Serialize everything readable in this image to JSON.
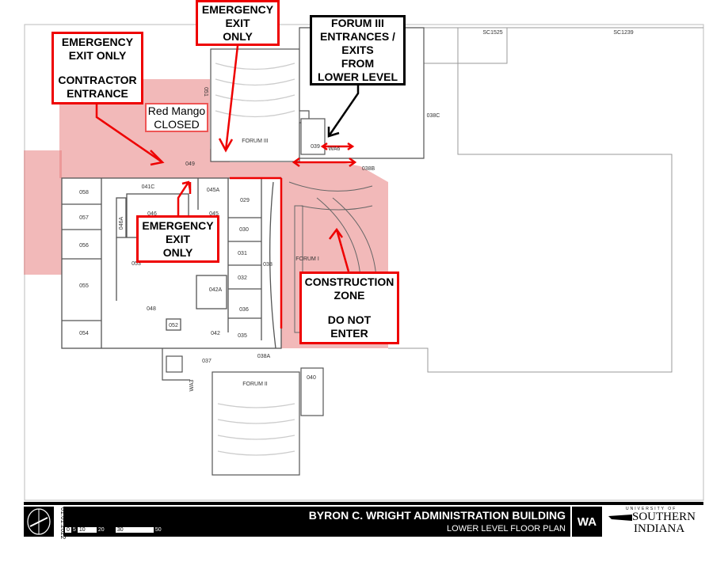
{
  "callouts": {
    "contractor": {
      "line1": "EMERGENCY",
      "line2": "EXIT ONLY",
      "line3": "CONTRACTOR",
      "line4": "ENTRANCE"
    },
    "top_exit": {
      "line1": "EMERGENCY",
      "line2": "EXIT",
      "line3": "ONLY"
    },
    "forum3": {
      "line1": "FORUM III",
      "line2": "ENTRANCES /",
      "line3": "EXITS",
      "line4": "FROM",
      "line5": "LOWER LEVEL"
    },
    "red_mango": {
      "line1": "Red Mango",
      "line2": "CLOSED"
    },
    "mid_exit": {
      "line1": "EMERGENCY",
      "line2": "EXIT",
      "line3": "ONLY"
    },
    "construction": {
      "line1": "CONSTRUCTION",
      "line2": "ZONE",
      "line3": "DO NOT",
      "line4": "ENTER"
    }
  },
  "rooms": {
    "r058": "058",
    "r057": "057",
    "r056": "056",
    "r055": "055",
    "r054": "054",
    "r041c": "041C",
    "r046": "046",
    "r046a": "046A",
    "r053": "053",
    "r048": "048",
    "r052": "052",
    "r045a": "045A",
    "r045": "045",
    "r042a": "042A",
    "r042": "042",
    "r029": "029",
    "r030": "030",
    "r031": "031",
    "r032": "032",
    "r036": "036",
    "r035": "035",
    "r038": "038",
    "r037": "037",
    "r038a": "038A",
    "r040": "040",
    "r049": "049",
    "r051": "051",
    "r039": "039",
    "r038b": "038B",
    "r038c": "038C",
    "forum1": "FORUM I",
    "forum2": "FORUM II",
    "forum3": "FORUM III",
    "wa3": "WA3",
    "wa6": "WA6",
    "sc1525": "SC1525",
    "sc1239": "SC1239"
  },
  "titleblock": {
    "date": "01.01.2022",
    "building": "BYRON C. WRIGHT ADMINISTRATION BUILDING",
    "plan": "LOWER LEVEL FLOOR PLAN",
    "code": "WA",
    "scale": [
      "0",
      "5",
      "10",
      "20",
      "30",
      "50"
    ],
    "logo_top": "UNIVERSITY OF",
    "logo_mid": "SOUTHERN",
    "logo_bot": "INDIANA"
  },
  "colors": {
    "hazard": "#e00000",
    "zone": "#eb9a9a"
  }
}
